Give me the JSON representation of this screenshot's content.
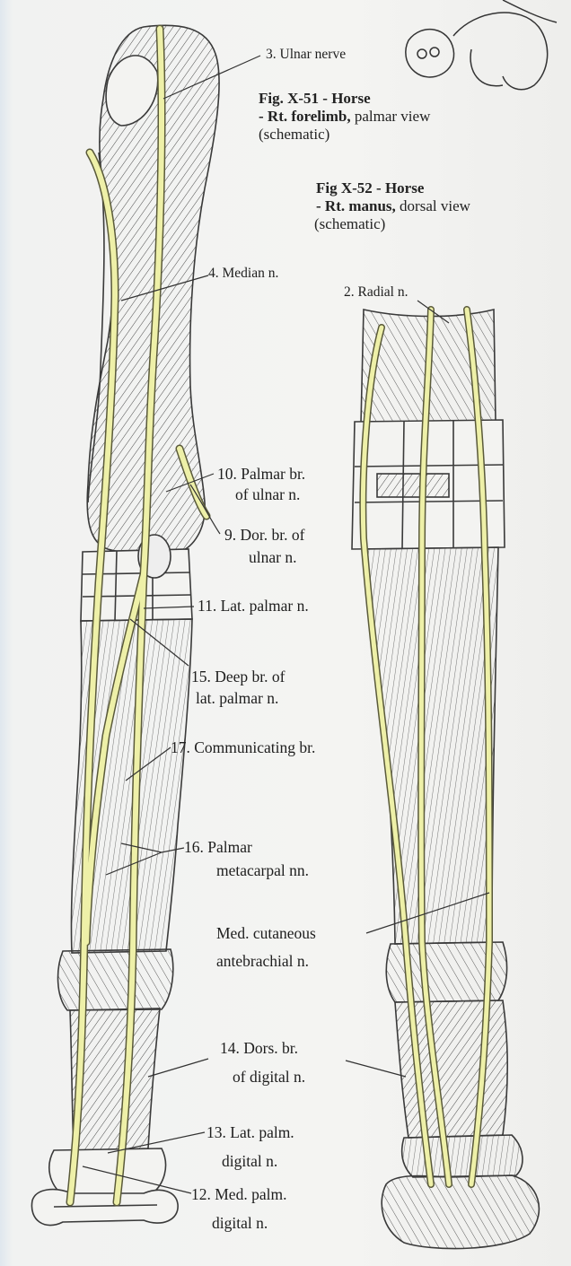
{
  "captions": {
    "fig51": {
      "line1": "Fig. X-51 - Horse",
      "line2_bold": "- Rt. forelimb,",
      "line2_rest": " palmar view",
      "line3": "(schematic)"
    },
    "fig52": {
      "line1": "Fig X-52 - Horse",
      "line2_bold": "- Rt. manus,",
      "line2_rest": " dorsal view",
      "line3": "(schematic)"
    }
  },
  "labels": {
    "ulnar_nerve": "3. Ulnar nerve",
    "median_n": "4. Median n.",
    "radial_n": "2. Radial n.",
    "palmar_br_1": "10. Palmar br.",
    "palmar_br_2": "of ulnar n.",
    "dor_br_1": "9. Dor. br. of",
    "dor_br_2": "ulnar n.",
    "lat_palmar": "11. Lat. palmar n.",
    "deep_br_1": "15. Deep br. of",
    "deep_br_2": "lat. palmar n.",
    "communicating": "17. Communicating br.",
    "palmar_meta_1": "16. Palmar",
    "palmar_meta_2": "metacarpal nn.",
    "med_cut_1": "Med. cutaneous",
    "med_cut_2": "antebrachial n.",
    "dors_br_1": "14. Dors. br.",
    "dors_br_2": "of digital n.",
    "lat_palm_dig_1": "13. Lat. palm.",
    "lat_palm_dig_2": "digital n.",
    "med_palm_dig_1": "12. Med. palm.",
    "med_palm_dig_2": "digital n."
  },
  "colors": {
    "nerve": "#eef0a8",
    "nerve_edge": "#5a5a3a",
    "bone_ink": "#3a3a3a",
    "leader": "#333333"
  }
}
